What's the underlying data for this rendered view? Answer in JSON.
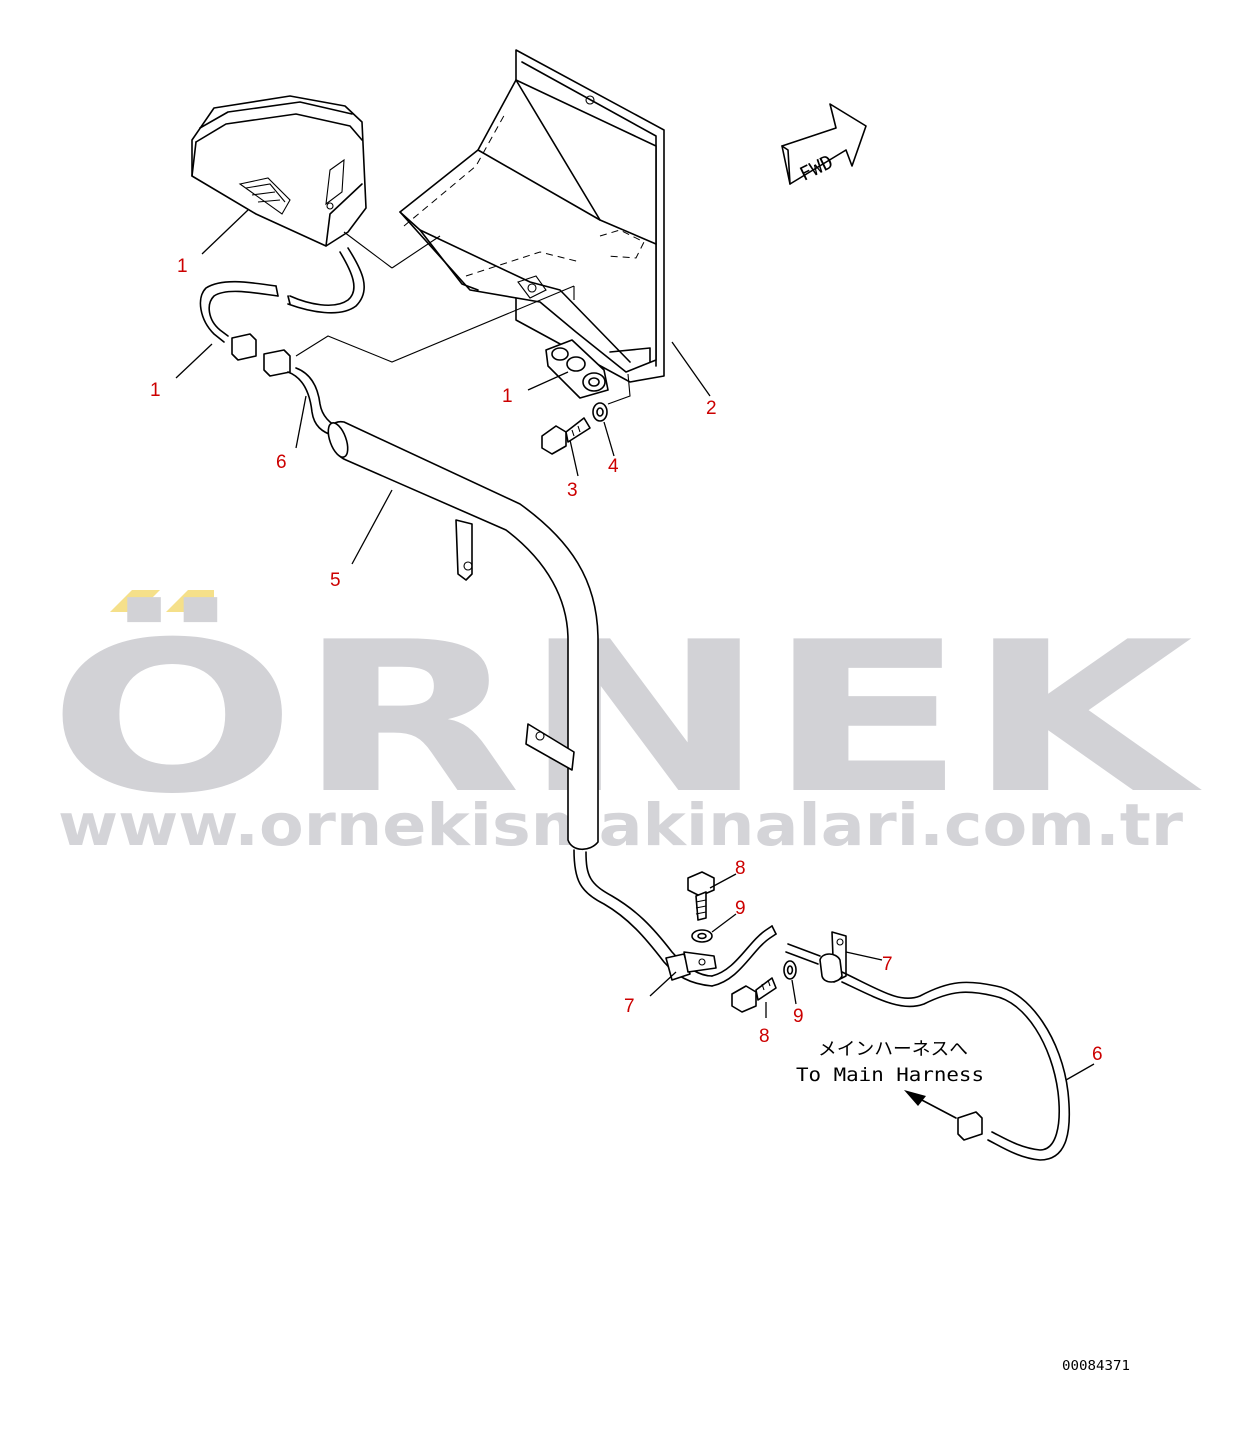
{
  "watermark": {
    "brand": "ÖRNEK",
    "url": "www.ornekismakinalari.com.tr",
    "text_color": "#d2d2d6",
    "accent_color": "#f5e08a"
  },
  "callouts": [
    {
      "id": "c1a",
      "label": "1"
    },
    {
      "id": "c1b",
      "label": "1"
    },
    {
      "id": "c1c",
      "label": "1"
    },
    {
      "id": "c2",
      "label": "2"
    },
    {
      "id": "c3",
      "label": "3"
    },
    {
      "id": "c4",
      "label": "4"
    },
    {
      "id": "c5",
      "label": "5"
    },
    {
      "id": "c6a",
      "label": "6"
    },
    {
      "id": "c6b",
      "label": "6"
    },
    {
      "id": "c7a",
      "label": "7"
    },
    {
      "id": "c7b",
      "label": "7"
    },
    {
      "id": "c8a",
      "label": "8"
    },
    {
      "id": "c8b",
      "label": "8"
    },
    {
      "id": "c9a",
      "label": "9"
    },
    {
      "id": "c9b",
      "label": "9"
    }
  ],
  "labels": {
    "fwd": "FWD",
    "harness_jp": "メインハーネスへ",
    "harness_en": "To Main Harness",
    "drawing_number": "00084371"
  },
  "colors": {
    "callout": "#cc0000",
    "linework": "#000000"
  }
}
